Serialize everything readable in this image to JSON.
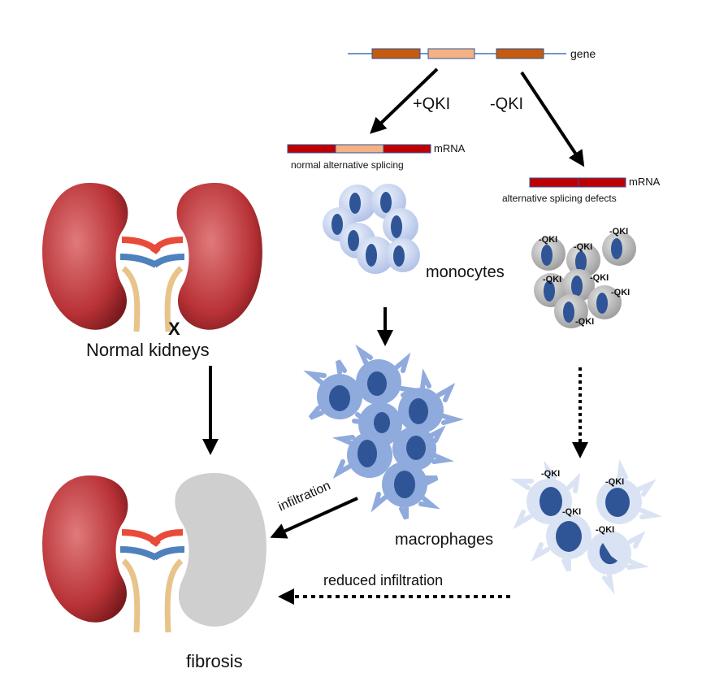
{
  "labels": {
    "gene": "gene",
    "plus_qki": "+QKI",
    "minus_qki": "-QKI",
    "mrna_normal": "mRNA",
    "normal_splicing": "normal alternative splicing",
    "mrna_defect": "mRNA",
    "splicing_defects": "alternative splicing defects",
    "monocytes": "monocytes",
    "qki_tag": "-QKI",
    "normal_kidneys": "Normal kidneys",
    "x_mark": "X",
    "macrophages": "macrophages",
    "infiltration": "infiltration",
    "reduced_infiltration": "reduced infiltration",
    "fibrosis": "fibrosis"
  },
  "colors": {
    "exon_dark": "#c55a11",
    "exon_light": "#f4b183",
    "mrna_red": "#c00000",
    "line_blue": "#4472c4",
    "kidney": "#b83236",
    "kidney_fibrotic": "#cfcfcf",
    "monocyte": "#c5d3f0",
    "nucleus": "#2f5597",
    "macrophage": "#8faadc",
    "macrophage_qki": "#dae3f3",
    "monocyte_qki": "#bfbfbf",
    "ureter": "#e8c48a",
    "artery": "#e84b3a",
    "vein": "#4f81bd"
  }
}
